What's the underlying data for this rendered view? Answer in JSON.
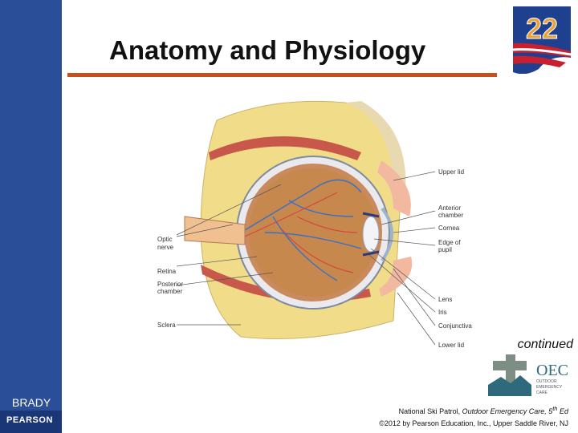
{
  "header": {
    "title": "Anatomy and Physiology"
  },
  "badge": {
    "number": "22"
  },
  "sidebar": {
    "publisher_line": "BRADY",
    "publisher_logo": "PEARSON"
  },
  "figure": {
    "labels_right": [
      "Upper lid",
      "Anterior",
      "chamber",
      "Cornea",
      "Edge of",
      "pupil",
      "Lens",
      "Iris",
      "Conjunctiva",
      "Lower lid"
    ],
    "labels_left": [
      "Optic",
      "nerve",
      "Retina",
      "Posterior",
      "chamber",
      "Sclera"
    ]
  },
  "continued": "continued",
  "oec_logo": {
    "name": "OEC",
    "sub1": "OUTDOOR",
    "sub2": "EMERGENCY",
    "sub3": "CARE"
  },
  "credit": {
    "line1_prefix": "National Ski Patrol, ",
    "line1_italic": "Outdoor Emergency Care, 5",
    "line1_sup": "th",
    "line1_suffix": " Ed",
    "line2": "©2012 by Pearson Education, Inc., Upper Saddle River, NJ"
  },
  "colors": {
    "sidebar": "#2a4e97",
    "rule": "#c8501e",
    "badge_blue": "#1f3f8f",
    "badge_red": "#c8202e"
  }
}
